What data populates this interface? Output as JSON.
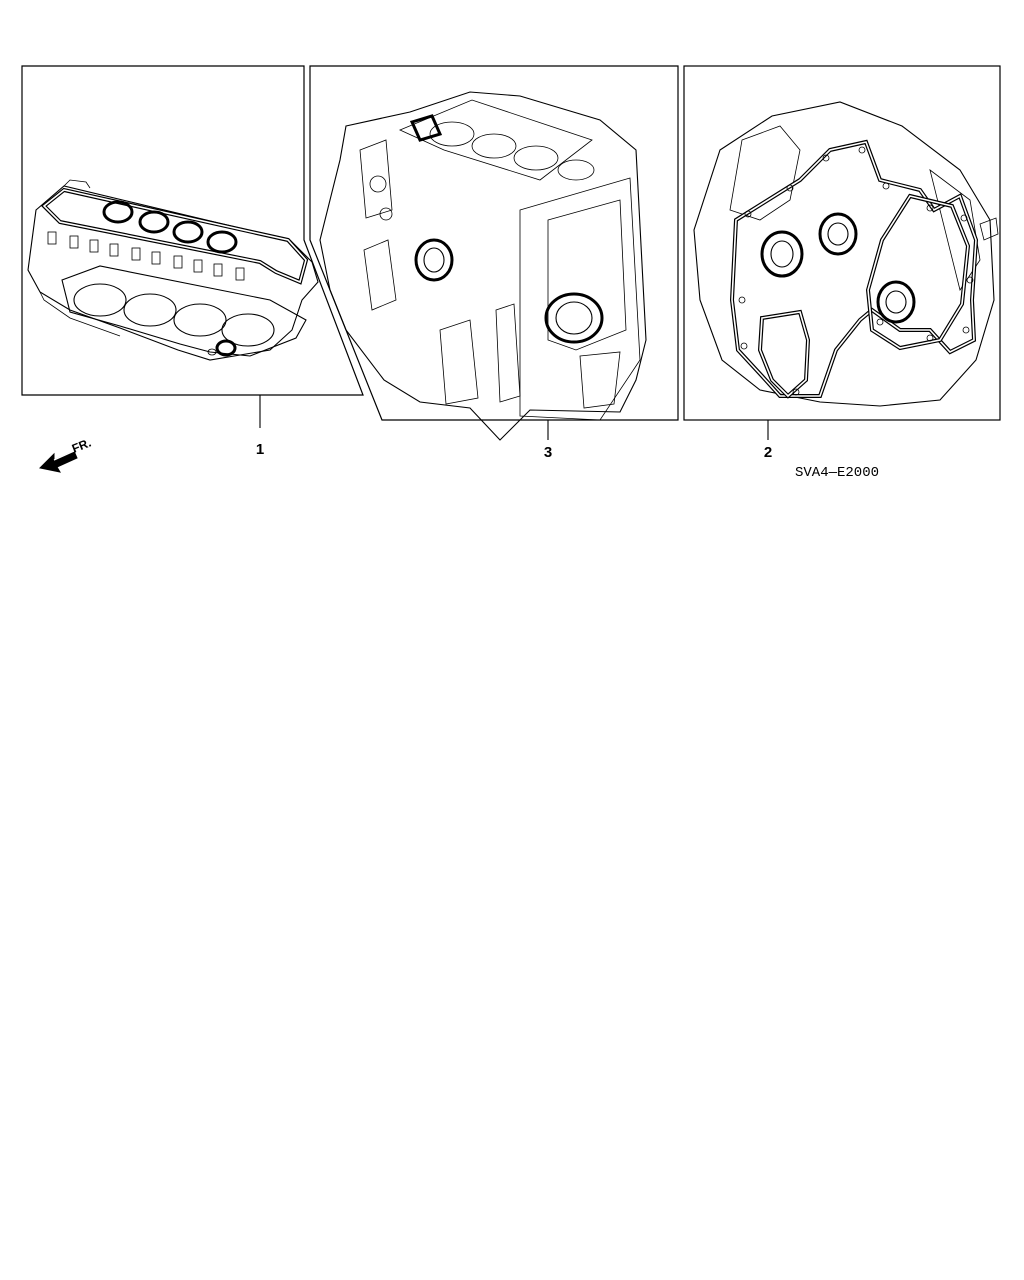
{
  "diagram_code": "SVA4—E2000",
  "direction_label": "FR.",
  "callouts": [
    {
      "label": "1"
    },
    {
      "label": "3"
    },
    {
      "label": "2"
    }
  ]
}
